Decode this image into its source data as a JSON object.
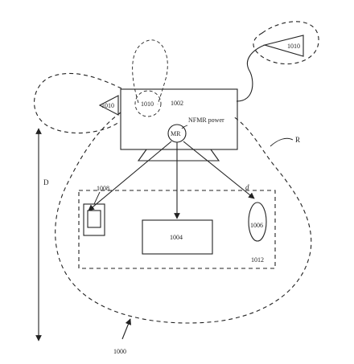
{
  "labels": {
    "host_device": "1002",
    "nfmr_power": "NFMR power",
    "mr": "MR",
    "receiver_1004": "1004",
    "receiver_1006": "1006",
    "receiver_1008": "1008",
    "region_1012": "1012",
    "distance_small": "d",
    "distance_large": "D",
    "range": "R",
    "system": "1000",
    "node_1010_a": "1010",
    "node_1010_b": "1010",
    "node_1010_c": "1010"
  },
  "colors": {
    "ink": "#222222",
    "background": "#ffffff"
  }
}
